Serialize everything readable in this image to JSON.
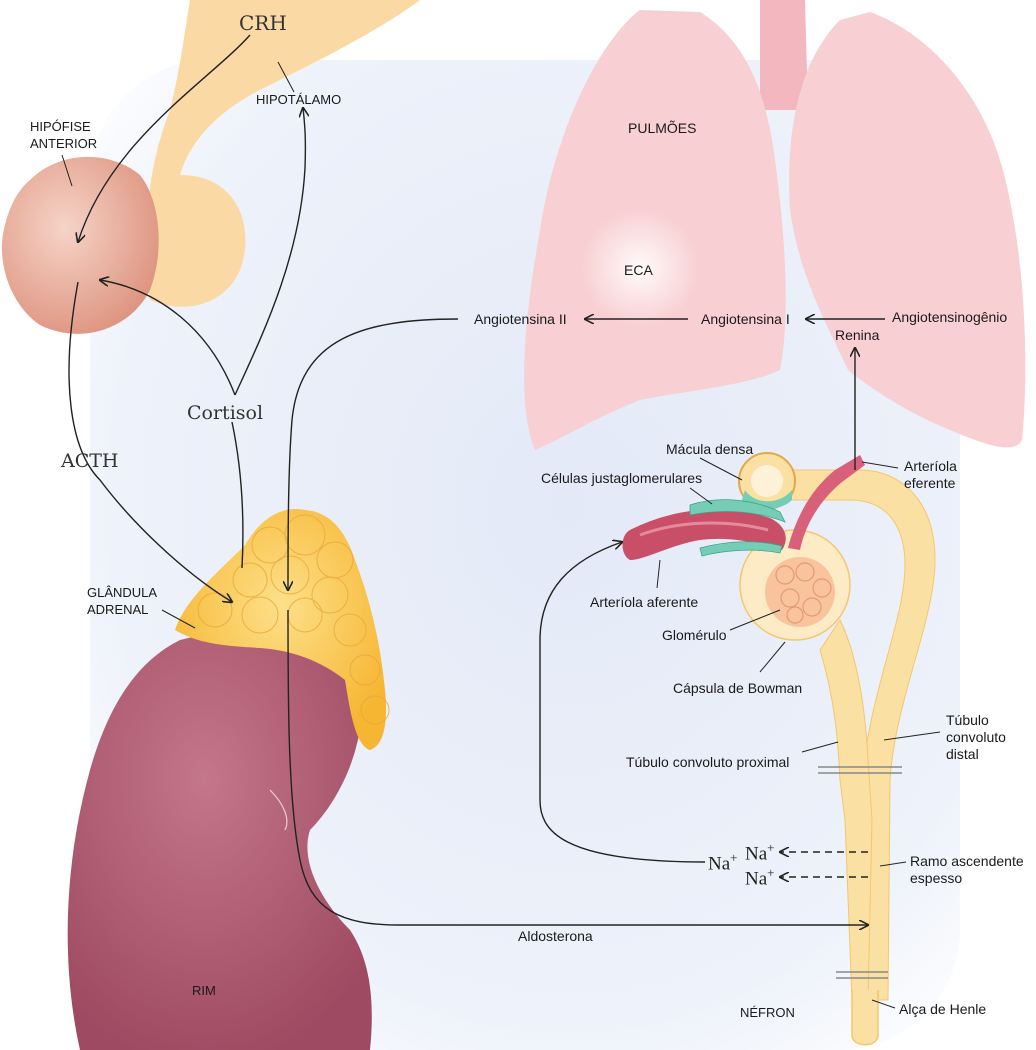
{
  "labels": {
    "crh": "CRH",
    "hipotalamo": "HIPOTÁLAMO",
    "hipofise_l1": "HIPÓFISE",
    "hipofise_l2": "ANTERIOR",
    "pulmoes": "PULMÕES",
    "eca": "ECA",
    "angiotensina_ii": "Angiotensina II",
    "angiotensina_i": "Angiotensina I",
    "angiotensinogenio": "Angiotensinogênio",
    "renina": "Renina",
    "cortisol": "Cortisol",
    "acth": "ACTH",
    "macula_densa": "Mácula densa",
    "celulas_jg": "Células justaglomerulares",
    "arteriola_eferente_l1": "Arteríola",
    "arteriola_eferente_l2": "eferente",
    "glandula_l1": "GLÂNDULA",
    "glandula_l2": "ADRENAL",
    "arteriola_aferente": "Arteríola aferente",
    "glomerulo": "Glomérulo",
    "capsula": "Cápsula de Bowman",
    "tubulo_distal_l1": "Túbulo",
    "tubulo_distal_l2": "convoluto",
    "tubulo_distal_l3": "distal",
    "tubulo_proximal": "Túbulo convoluto proximal",
    "na_ion": "Na",
    "plus": "+",
    "ramo_l1": "Ramo ascendente",
    "ramo_l2": "espesso",
    "aldosterona": "Aldosterona",
    "rim": "RIM",
    "nefron": "NÉFRON",
    "alca": "Alça de Henle"
  },
  "colors": {
    "lung": "#f8cfd2",
    "adrenal": "#f9c452",
    "kidney": "#b25f74",
    "pituitary": "#e9a894",
    "hypothalamus": "#fbd9a4",
    "nephron": "#fbe0a4",
    "vessel": "#c94e67",
    "jg_cells": "#76cdb5",
    "background_panel": "#e6ecf8"
  }
}
